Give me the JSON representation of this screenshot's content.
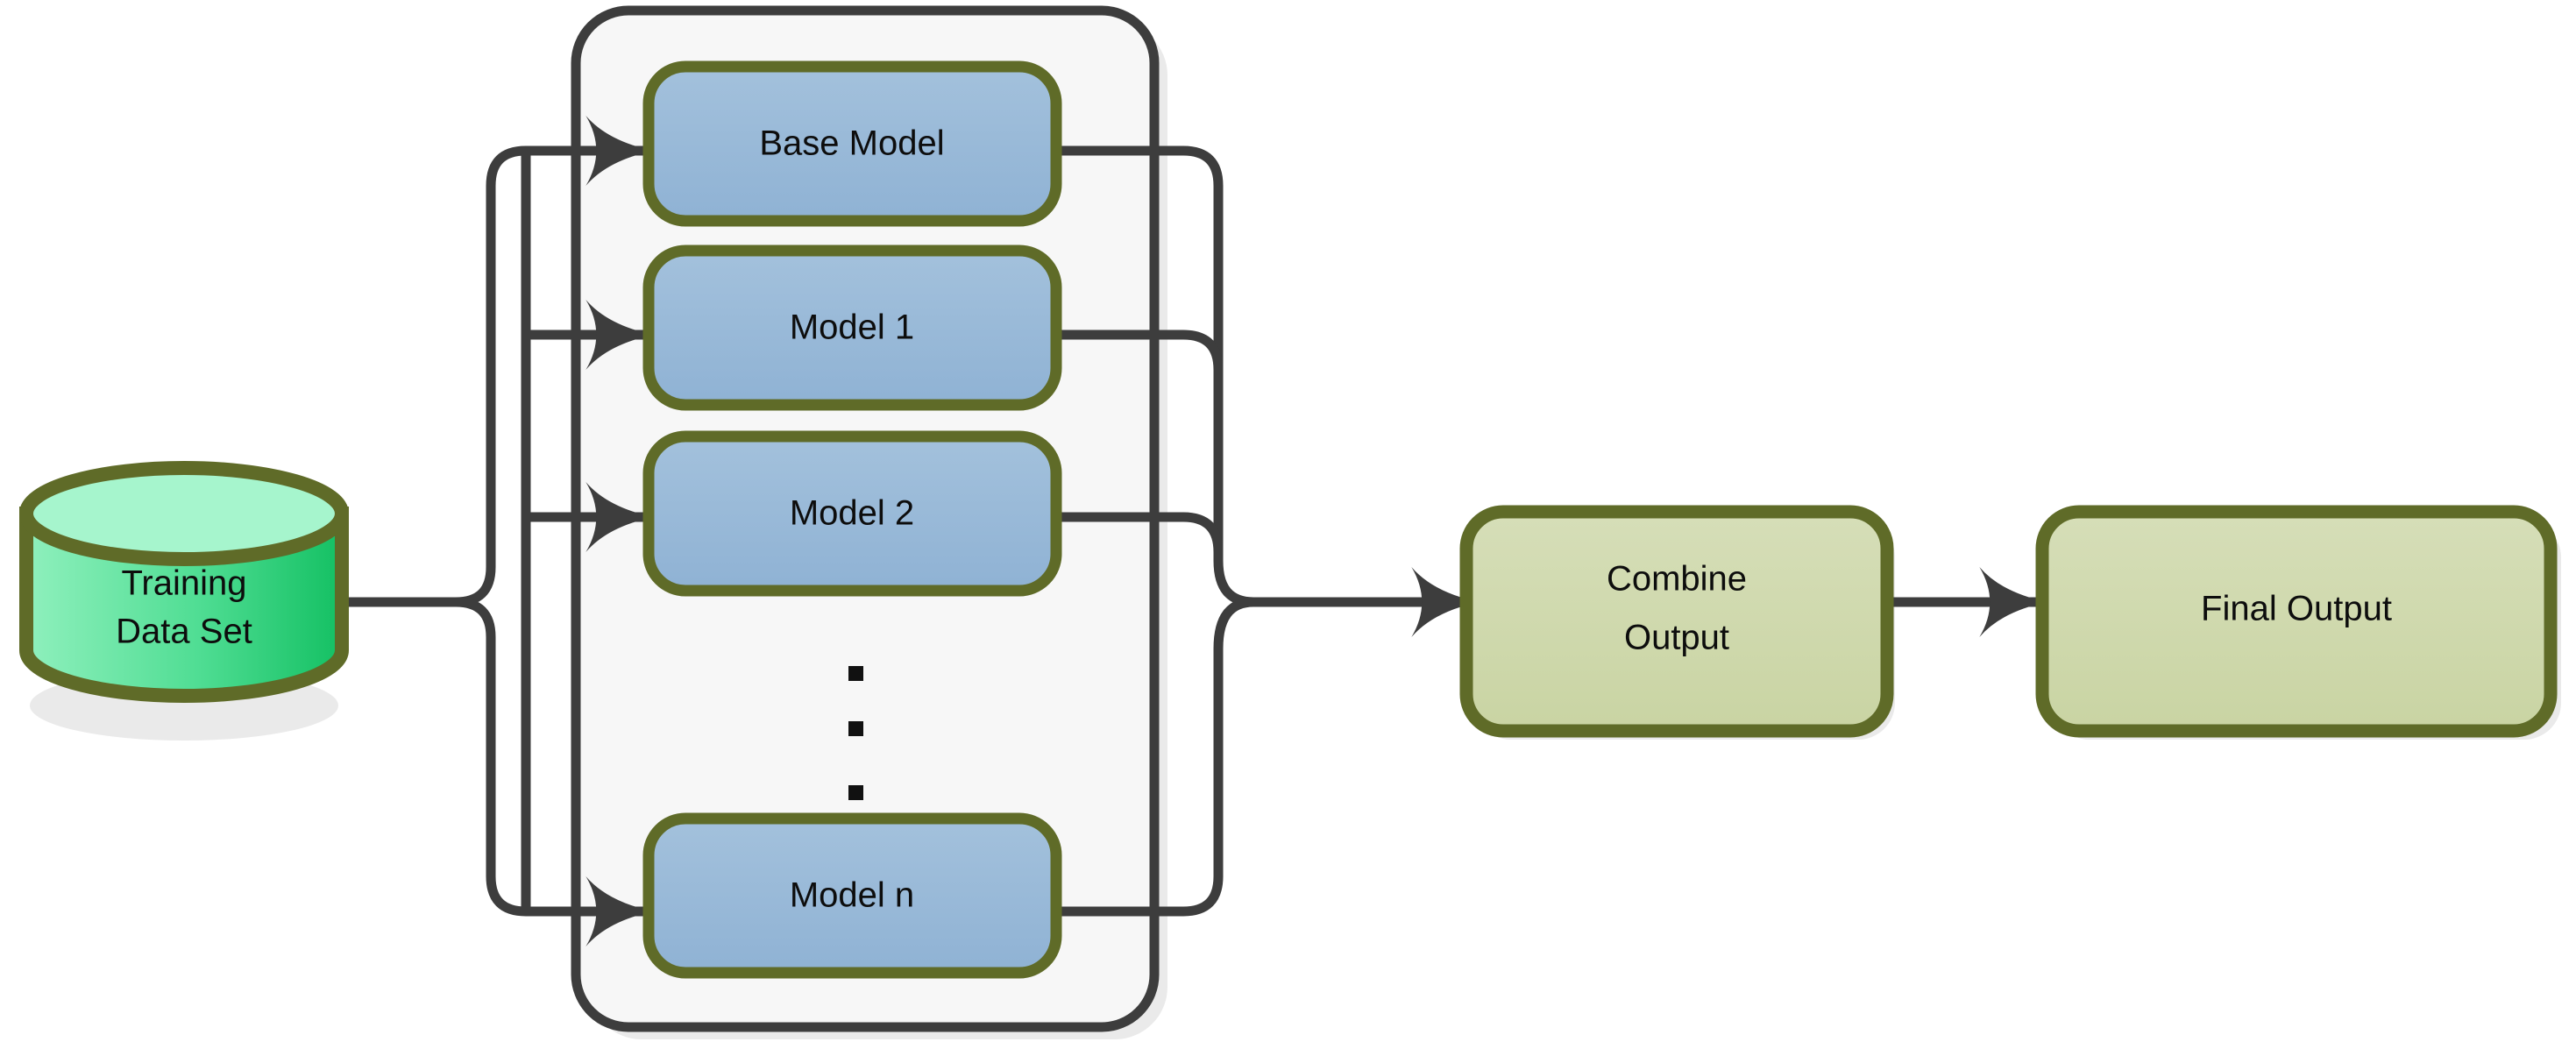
{
  "diagram": {
    "title": "Ensemble / Bagging Model Flow Diagram",
    "background_color": "#ffffff",
    "palette": {
      "connector_stroke": "#3d3d3d",
      "node_border_olive": "#5f6b28",
      "model_fill_blue": "#97b8d8",
      "output_fill_sage": "#cfd9ac",
      "datastore_fill_green_light": "#8ff0bd",
      "datastore_fill_green_dark": "#17c367",
      "datastore_top_fill": "#a6f5cd",
      "container_fill": "#f7f7f7",
      "container_border": "#3d3d3d",
      "text_color": "#0d0d0d",
      "shadow_color": "#e8e8e8"
    },
    "datastore": {
      "name": "training-data-set",
      "shape": "cylinder",
      "line1": "Training",
      "line2": "Data Set"
    },
    "model_container": {
      "name": "model-ensemble-container",
      "shape": "rounded-rectangle",
      "models": [
        {
          "id": "base-model",
          "label": "Base Model"
        },
        {
          "id": "model-1",
          "label": "Model 1"
        },
        {
          "id": "model-2",
          "label": "Model 2"
        },
        {
          "id": "model-n",
          "label": "Model n"
        }
      ],
      "ellipsis": {
        "name": "vertical-ellipsis",
        "dot_count": 3,
        "glyph": "▪"
      }
    },
    "combine": {
      "name": "combine-output",
      "line1": "Combine",
      "line2": "Output"
    },
    "final": {
      "name": "final-output",
      "label": "Final Output"
    },
    "connectors": [
      {
        "id": "datastore-to-fanout",
        "from": "training-data-set",
        "to": "fan-out-trunk",
        "arrow": false
      },
      {
        "id": "fanout-to-base-model",
        "from": "fan-out-trunk",
        "to": "base-model",
        "arrow": true
      },
      {
        "id": "fanout-to-model-1",
        "from": "fan-out-trunk",
        "to": "model-1",
        "arrow": true
      },
      {
        "id": "fanout-to-model-2",
        "from": "fan-out-trunk",
        "to": "model-2",
        "arrow": true
      },
      {
        "id": "fanout-to-model-n",
        "from": "fan-out-trunk",
        "to": "model-n",
        "arrow": true
      },
      {
        "id": "base-model-to-merge",
        "from": "base-model",
        "to": "merge-trunk",
        "arrow": false
      },
      {
        "id": "model-1-to-merge",
        "from": "model-1",
        "to": "merge-trunk",
        "arrow": false
      },
      {
        "id": "model-2-to-merge",
        "from": "model-2",
        "to": "merge-trunk",
        "arrow": false
      },
      {
        "id": "model-n-to-merge",
        "from": "model-n",
        "to": "merge-trunk",
        "arrow": false
      },
      {
        "id": "merge-to-combine",
        "from": "merge-trunk",
        "to": "combine-output",
        "arrow": true
      },
      {
        "id": "combine-to-final",
        "from": "combine-output",
        "to": "final-output",
        "arrow": true
      }
    ]
  }
}
